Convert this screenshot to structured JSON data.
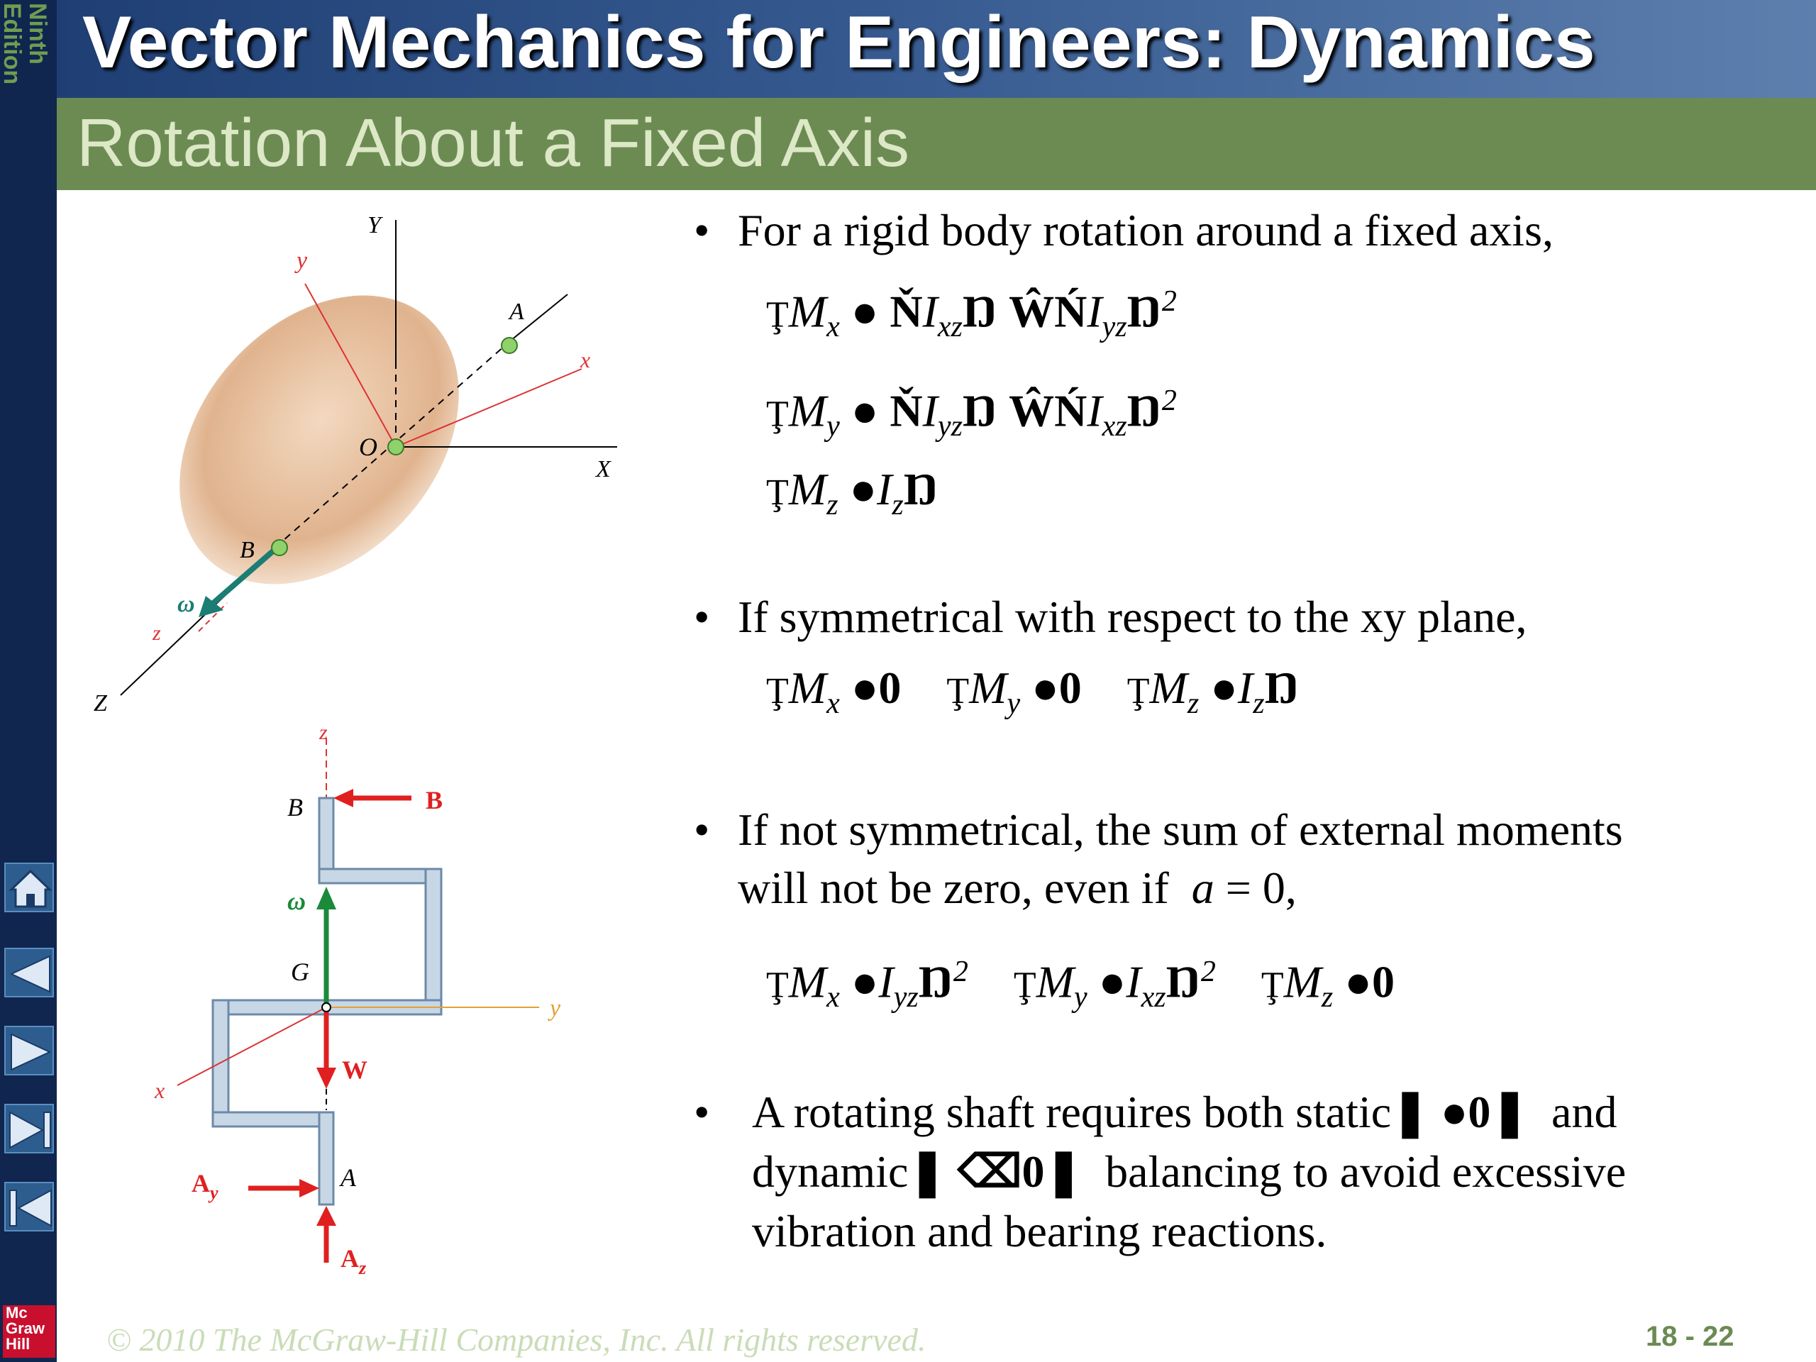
{
  "sidebar": {
    "edition_line1": "Ninth",
    "edition_line2": "Edition",
    "nav": [
      {
        "icon": "home-icon"
      },
      {
        "icon": "previous-icon"
      },
      {
        "icon": "next-icon"
      },
      {
        "icon": "last-icon"
      },
      {
        "icon": "first-icon"
      }
    ],
    "logo": [
      "Mc",
      "Graw",
      "Hill"
    ]
  },
  "header": {
    "title": "Vector Mechanics for Engineers: Dynamics",
    "subtitle": "Rotation About a Fixed Axis"
  },
  "figure1": {
    "labels": {
      "Y": "Y",
      "y": "y",
      "A": "A",
      "x": "x",
      "O": "O",
      "X": "X",
      "B": "B",
      "omega": "ω",
      "z": "z",
      "Z": "Z"
    }
  },
  "figure2": {
    "labels": {
      "z": "z",
      "B_point": "B",
      "B_force": "B",
      "omega": "ω",
      "G": "G",
      "y": "y",
      "W": "W",
      "x": "x",
      "A_point": "A",
      "Ay": "A",
      "Ay_sub": "y",
      "Az": "A",
      "Az_sub": "z"
    }
  },
  "content": {
    "bullet_char": "•",
    "bullet1": "For a rigid body rotation around a fixed axis,",
    "eq1": {
      "sym": "Ţ",
      "lhs": "M",
      "sub": "x",
      "rhs_glyph": "● Ň",
      "I1": "I",
      "I1_sub": "xz",
      "glyph_mid": "Ŋ ŴŃ",
      "I2": "I",
      "I2_sub": "yz",
      "glyph_end": "Ŋ",
      "sup": "2"
    },
    "eq2": {
      "sym": "Ţ",
      "lhs": "M",
      "sub": "y",
      "rhs_glyph": "● Ň",
      "I1": "I",
      "I1_sub": "yz",
      "glyph_mid": "Ŋ ŴŃ",
      "I2": "I",
      "I2_sub": "xz",
      "glyph_end": "Ŋ",
      "sup": "2"
    },
    "eq3": {
      "sym": "Ţ",
      "lhs": "M",
      "sub": "z",
      "rhs_glyph": "●",
      "I1": "I",
      "I1_sub": "z",
      "glyph_end": "Ŋ"
    },
    "bullet2": "If symmetrical with respect to the xy plane,",
    "eq4": {
      "sym": "Ţ",
      "m1": "M",
      "m1_sub": "x",
      "v1": "●0",
      "m2": "M",
      "m2_sub": "y",
      "v2": "●0",
      "m3": "M",
      "m3_sub": "z",
      "v3": "●",
      "I": "I",
      "I_sub": "z",
      "glyph_end": "Ŋ"
    },
    "bullet3_line1": "If not symmetrical, the sum of external moments",
    "bullet3_line2_a": "will not be zero, even if",
    "bullet3_alpha": "a",
    "bullet3_line2_b": "= 0,",
    "eq5": {
      "sym": "Ţ",
      "m1": "M",
      "m1_sub": "x",
      "v1": "●",
      "I1": "I",
      "I1_sub": "yz",
      "g1": "Ŋ",
      "sup1": "2",
      "m2": "M",
      "m2_sub": "y",
      "v2": "●",
      "I2": "I",
      "I2_sub": "xz",
      "g2": "Ŋ",
      "sup2": "2",
      "m3": "M",
      "m3_sub": "z",
      "v3": "●0"
    },
    "bullet4_line1_a": "A rotating shaft requires both static",
    "bullet4_line1_glyph": "❚  ●0❚",
    "bullet4_line1_b": "and",
    "bullet4_line2_a": "dynamic",
    "bullet4_line2_glyph": "❚  ⌫0❚",
    "bullet4_line2_b": "balancing to avoid excessive",
    "bullet4_line3": "vibration and bearing reactions."
  },
  "footer": {
    "copyright": "© 2010 The McGraw-Hill Companies, Inc. All rights reserved.",
    "page": "18 - 22"
  }
}
